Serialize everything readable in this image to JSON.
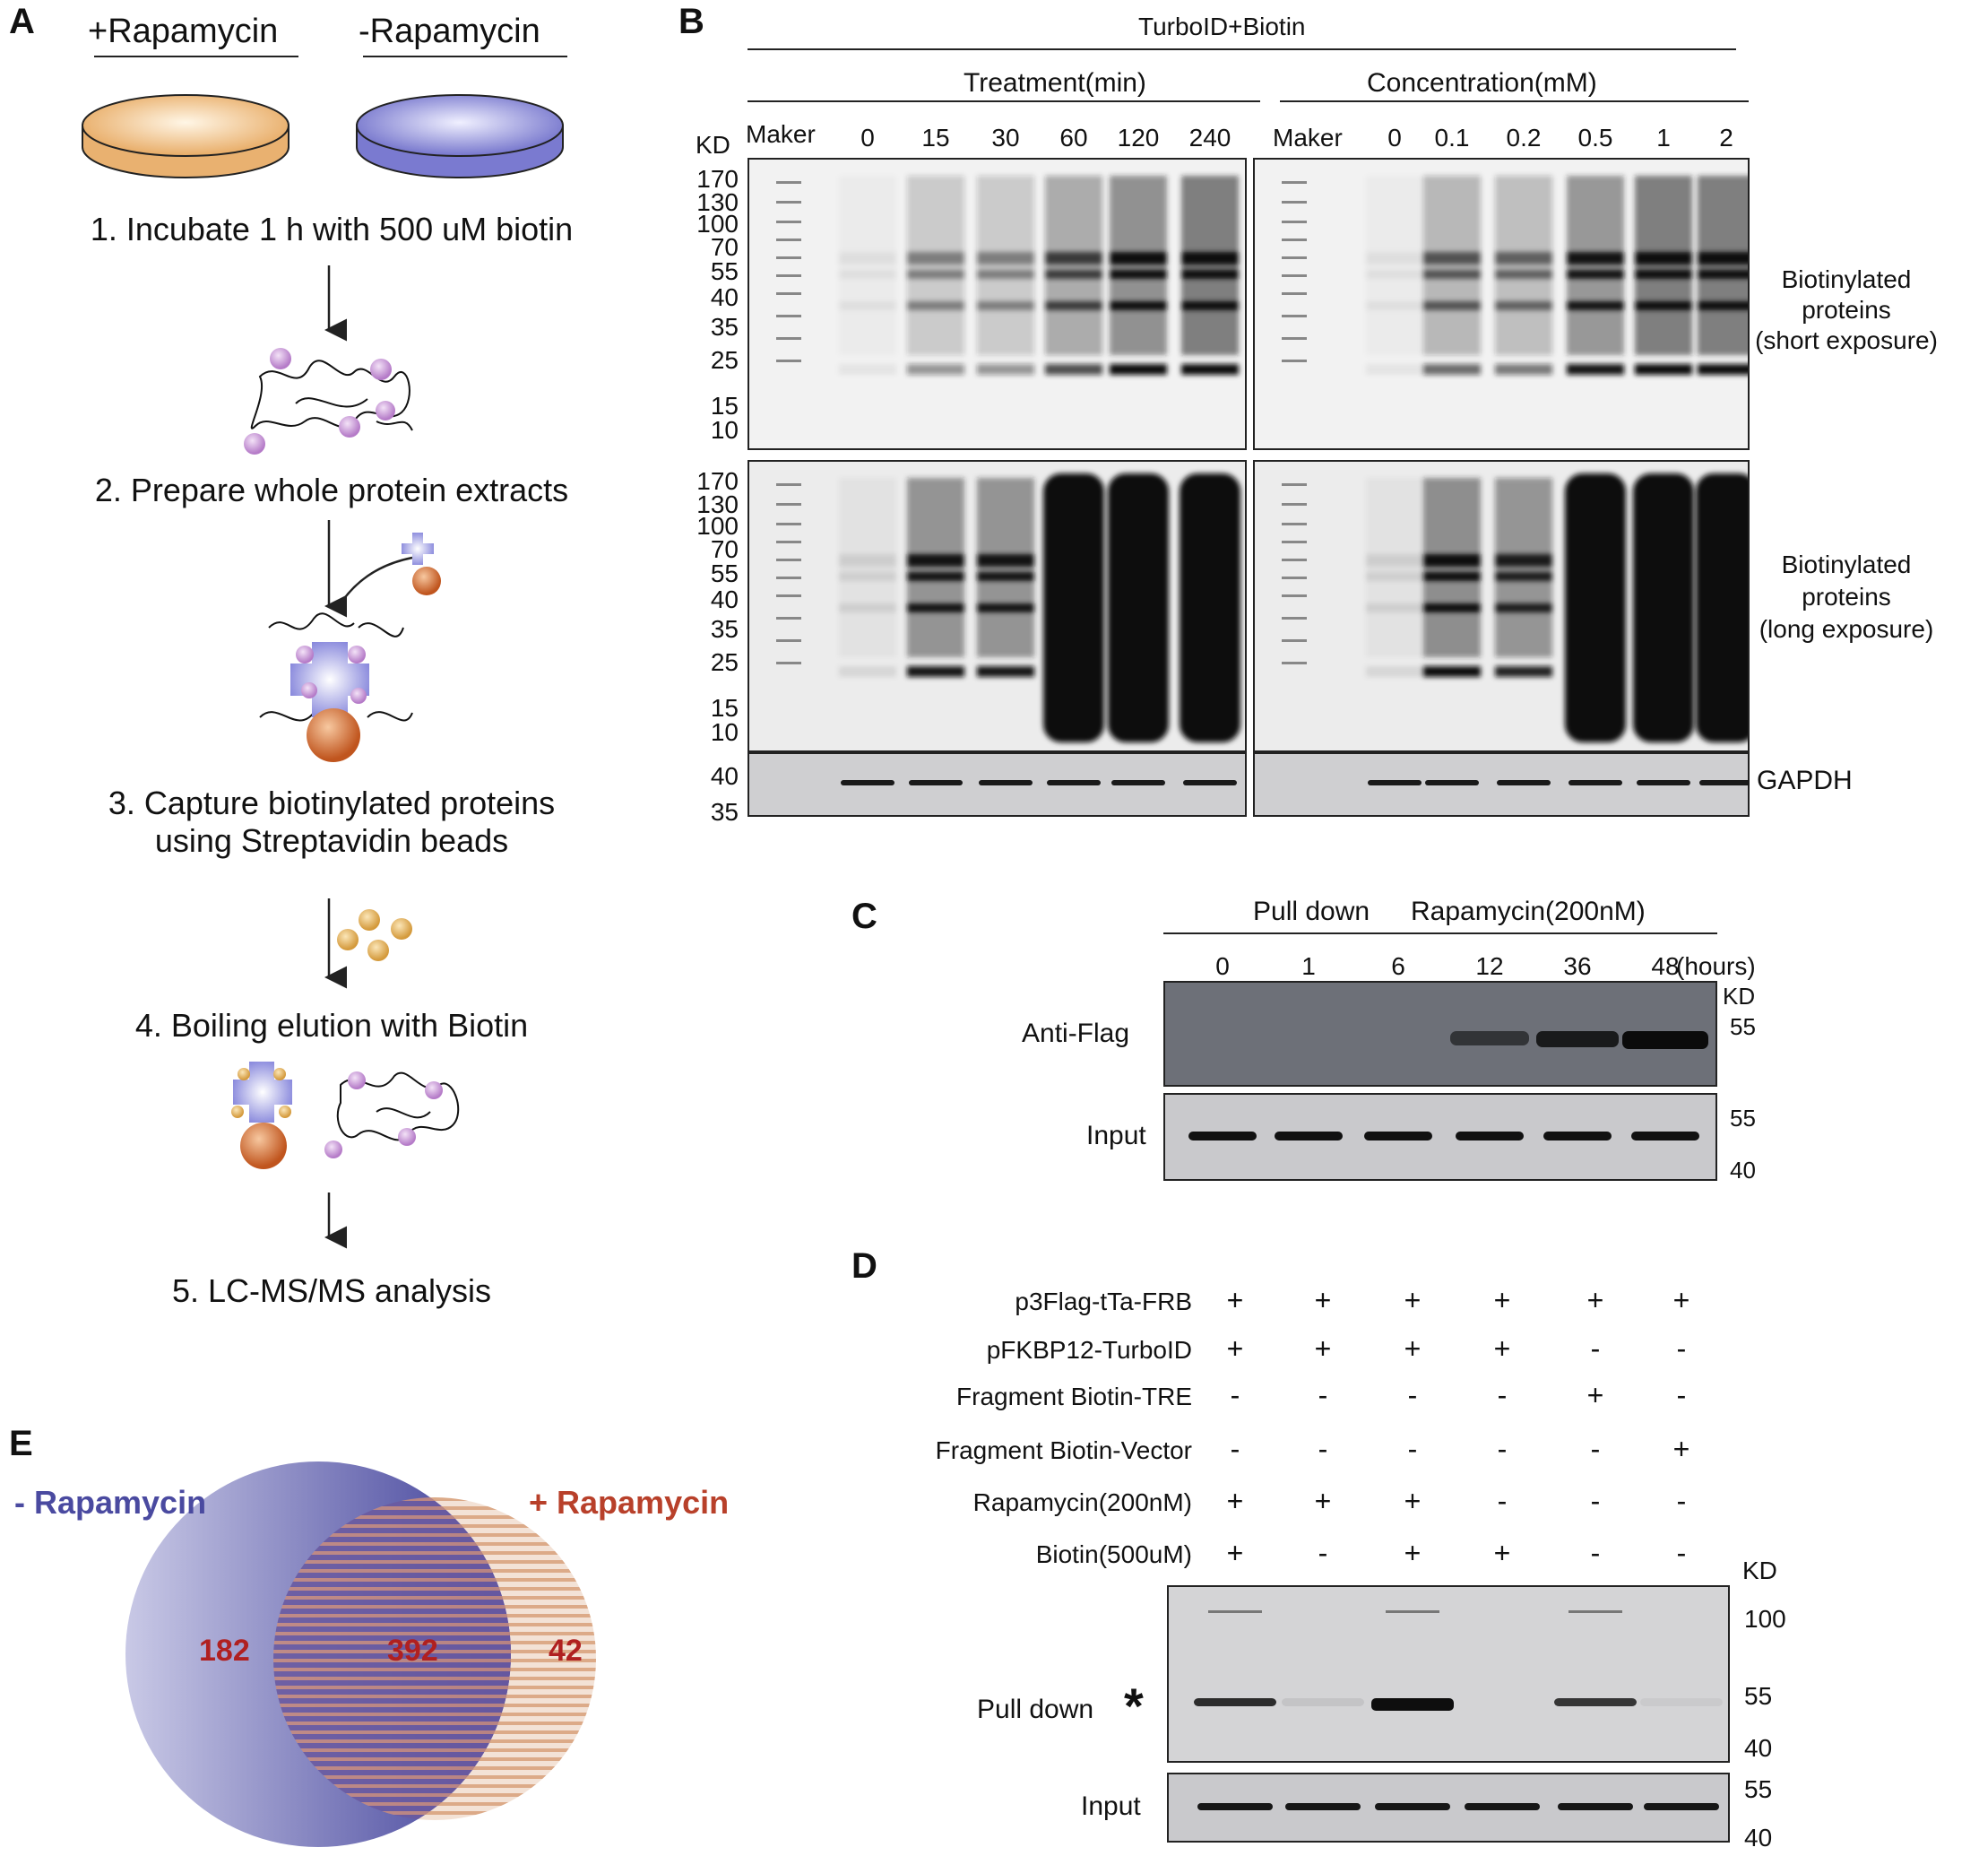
{
  "panelA": {
    "letter": "A",
    "plus_rapa": "+Rapamycin",
    "minus_rapa": "-Rapamycin",
    "steps": [
      "1. Incubate 1 h  with 500 uM biotin",
      "2. Prepare whole protein extracts",
      "3. Capture biotinylated proteins",
      "using Streptavidin beads",
      "4. Boiling elution  with  Biotin",
      "5. LC-MS/MS analysis"
    ]
  },
  "panelB": {
    "letter": "B",
    "top_header": "TurboID+Biotin",
    "treatment_header": "Treatment(min)",
    "concentration_header": "Concentration(mM)",
    "kd_label": "KD",
    "maker": "Maker",
    "time_lanes": [
      "0",
      "15",
      "30",
      "60",
      "120",
      "240"
    ],
    "conc_lanes": [
      "0",
      "0.1",
      "0.2",
      "0.5",
      "1",
      "2"
    ],
    "kd_markers": [
      "170",
      "130",
      "100",
      "70",
      "55",
      "40",
      "35",
      "25",
      "15",
      "10"
    ],
    "gapdh_markers": [
      "40",
      "35"
    ],
    "short_exposure": [
      "Biotinylated",
      "proteins",
      "(short exposure)"
    ],
    "long_exposure": [
      "Biotinylated",
      "proteins",
      "(long exposure)"
    ],
    "gapdh": "GAPDH"
  },
  "panelC": {
    "letter": "C",
    "header_pull": "Pull down",
    "header_rapa": "Rapamycin(200nM)",
    "lanes": [
      "0",
      "1",
      "6",
      "12",
      "36",
      "48"
    ],
    "hours": "(hours)",
    "kd_label": "KD",
    "anti_flag": "Anti-Flag",
    "input": "Input",
    "markers_top": [
      "55"
    ],
    "markers_bottom": [
      "55",
      "40"
    ]
  },
  "panelD": {
    "letter": "D",
    "rows": [
      {
        "label": "p3Flag-tTa-FRB",
        "signs": [
          "+",
          "+",
          "+",
          "+",
          "+",
          "+"
        ]
      },
      {
        "label": "pFKBP12-TurboID",
        "signs": [
          "+",
          "+",
          "+",
          "+",
          "-",
          "-"
        ]
      },
      {
        "label": "Fragment Biotin-TRE",
        "signs": [
          "-",
          "-",
          "-",
          "-",
          "+",
          "-"
        ]
      },
      {
        "label": "Fragment Biotin-Vector",
        "signs": [
          "-",
          "-",
          "-",
          "-",
          "-",
          "+"
        ]
      },
      {
        "label": "Rapamycin(200nM)",
        "signs": [
          "+",
          "+",
          "+",
          "-",
          "-",
          "-"
        ]
      },
      {
        "label": "Biotin(500uM)",
        "signs": [
          "+",
          "-",
          "+",
          "+",
          "-",
          "-"
        ]
      }
    ],
    "kd_label": "KD",
    "pulldown": "Pull down",
    "asterisk": "*",
    "input": "Input",
    "markers_pd": [
      "100",
      "55",
      "40"
    ],
    "markers_input": [
      "55",
      "40"
    ]
  },
  "panelE": {
    "letter": "E",
    "minus_label": "- Rapamycin",
    "plus_label": "+ Rapamycin",
    "only_minus": "182",
    "overlap": "392",
    "only_plus": "42",
    "colors": {
      "minus": "#4a4aa0",
      "plus": "#b8402a",
      "count": "#b02020"
    }
  }
}
